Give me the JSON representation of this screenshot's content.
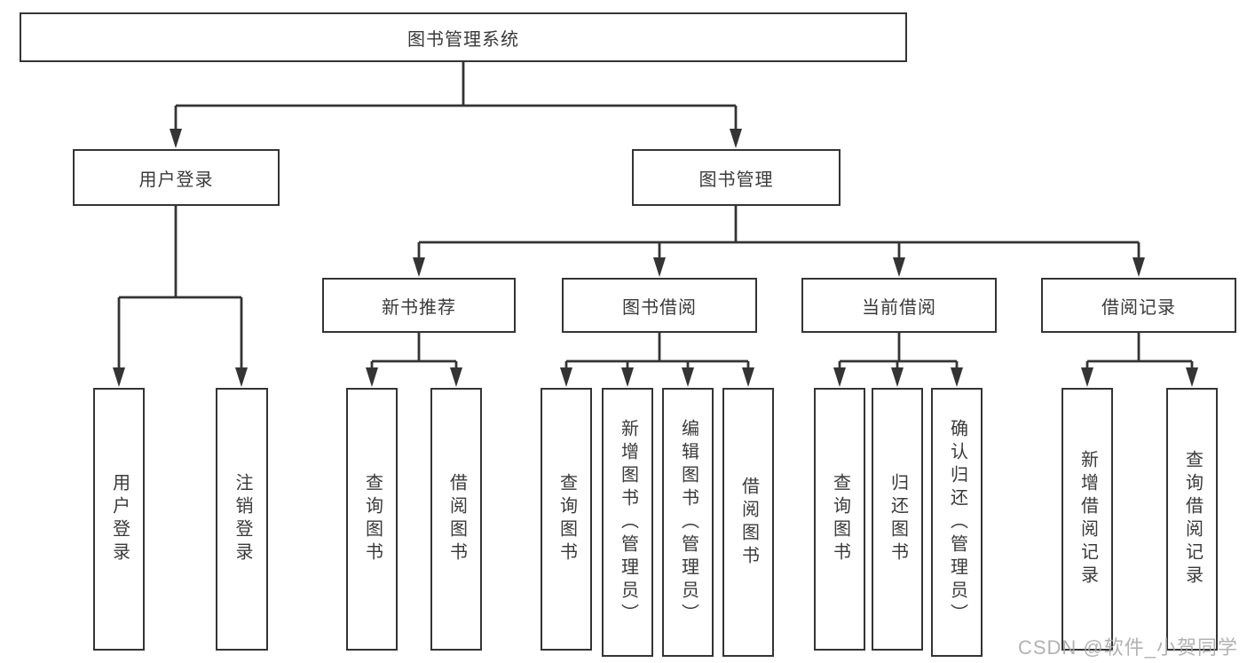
{
  "tree": {
    "label": "图书管理系统",
    "children": [
      {
        "label": "用户登录",
        "children": [
          {
            "label": "用户登录"
          },
          {
            "label": "注销登录"
          }
        ]
      },
      {
        "label": "图书管理",
        "children": [
          {
            "label": "新书推荐",
            "children": [
              {
                "label": "查询图书"
              },
              {
                "label": "借阅图书"
              }
            ]
          },
          {
            "label": "图书借阅",
            "children": [
              {
                "label": "查询图书"
              },
              {
                "label": "新增图书（管理员）"
              },
              {
                "label": "编辑图书（管理员）"
              },
              {
                "label": "借阅图书"
              }
            ]
          },
          {
            "label": "当前借阅",
            "children": [
              {
                "label": "查询图书"
              },
              {
                "label": "归还图书"
              },
              {
                "label": "确认归还（管理员）"
              }
            ]
          },
          {
            "label": "借阅记录",
            "children": [
              {
                "label": "新增借阅记录"
              },
              {
                "label": "查询借阅记录"
              }
            ]
          }
        ]
      }
    ]
  },
  "watermark": {
    "text": "CSDN @软件_小贺同学"
  },
  "colors": {
    "line": "#343434",
    "box_border": "#343434",
    "text": "#3a3a3a",
    "background": "#ffffff",
    "watermark": "#a4a4a4"
  }
}
